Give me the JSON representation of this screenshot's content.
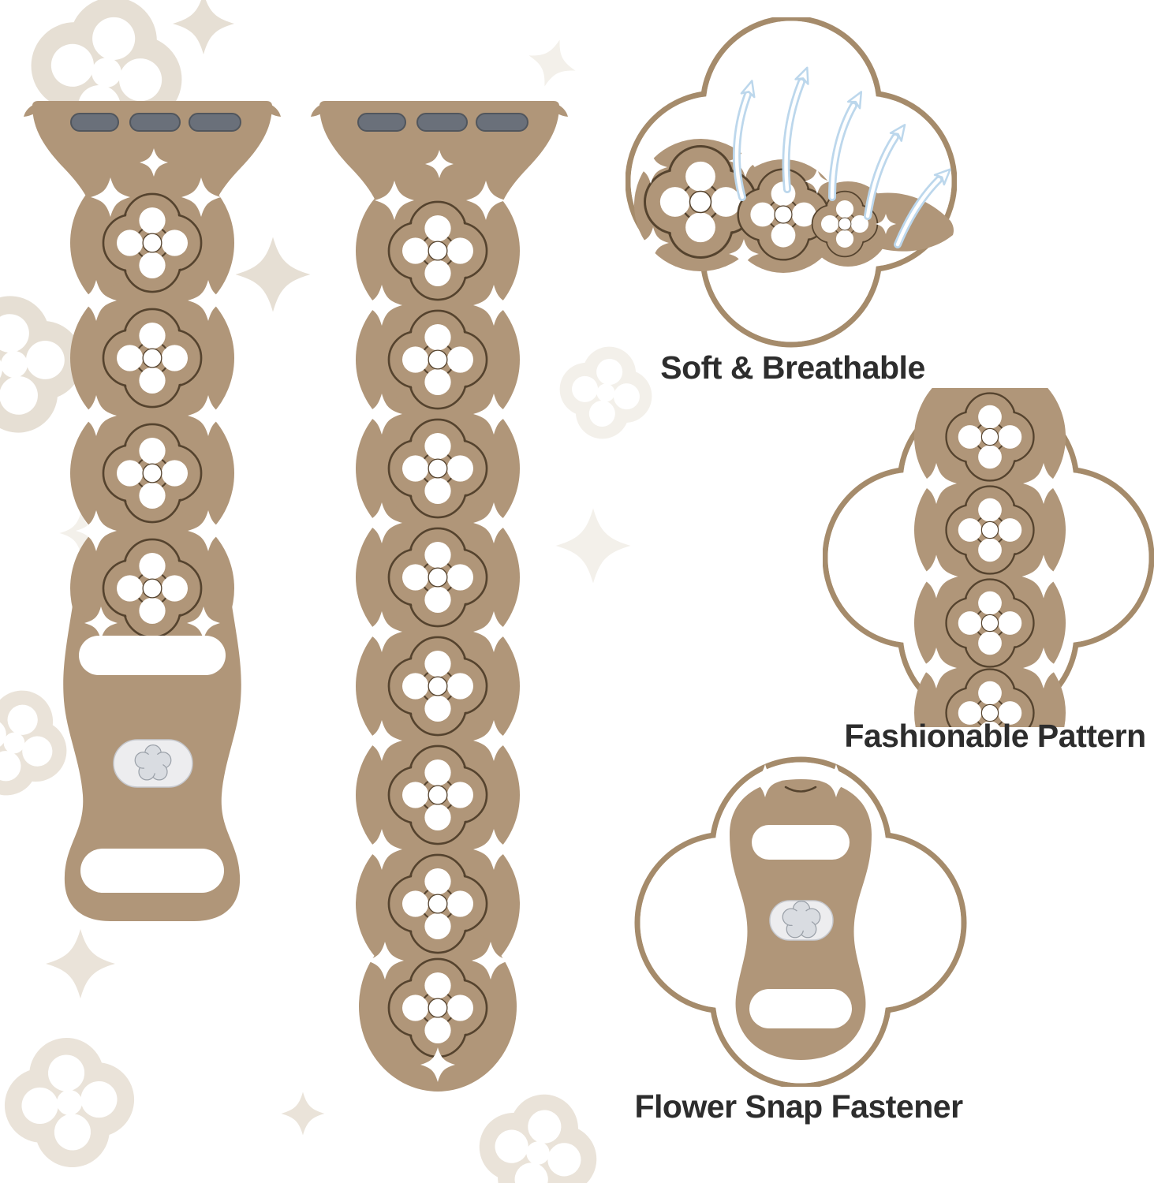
{
  "features": [
    {
      "id": "soft-breathable",
      "label": "Soft & Breathable"
    },
    {
      "id": "fashionable-pattern",
      "label": "Fashionable Pattern"
    },
    {
      "id": "flower-snap-fastener",
      "label": "Flower Snap Fastener"
    }
  ],
  "colors": {
    "bg": "#ffffff",
    "band": "#b09679",
    "band_dark": "#8a735c",
    "motif_line": "#55432e",
    "slot": "#6a707a",
    "slot_line": "#51565d",
    "callout_line": "#a58b6b",
    "arrow": "#bcd7ec",
    "silver": "#ededef",
    "silver_line": "#c6c8cd",
    "snap": "#d9dce1",
    "snap_line": "#9aa0a8",
    "text": "#2d2d2d",
    "deco": "#e6dfd4",
    "deco_mid": "#eae3d9",
    "deco_faint": "#f3f0ea"
  },
  "icons": {
    "background_flower": "quatrefoil-flower-shape",
    "background_sparkle": "four-point-star-shape",
    "callout_frame": "quatrefoil-outline-shape",
    "airflow": "curved-up-arrows",
    "snap_button": "flower-shaped-metal-snap"
  }
}
